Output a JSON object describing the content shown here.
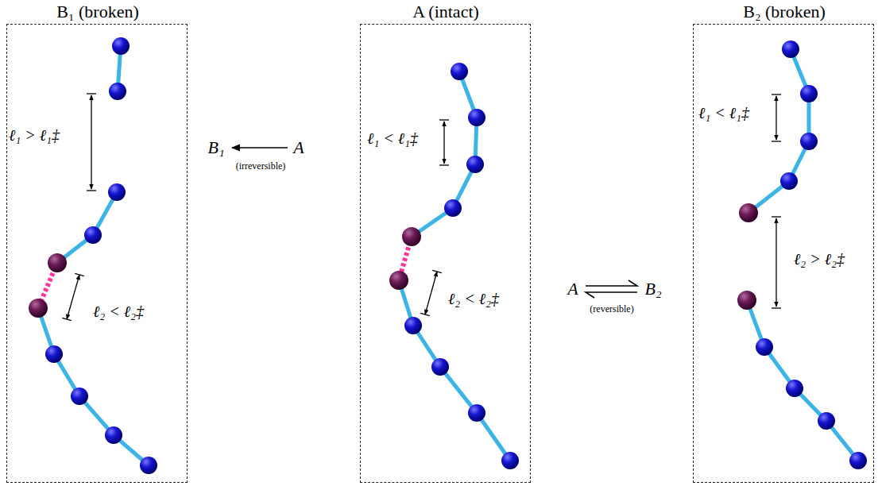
{
  "diagram": {
    "nodes": [
      {
        "text": [
          "B₁ (broken)",
          "ℓ₁ > ℓ₁‡",
          "ℓ₂ < ℓ₂‡"
        ]
      },
      {
        "text": [
          "A (intact)",
          "ℓ₁ < ℓ₁‡",
          "ℓ₂ < ℓ₂‡"
        ]
      },
      {
        "text": [
          "B₂ (broken)",
          "ℓ₁ < ℓ₁‡",
          "ℓ₂ > ℓ₂‡"
        ]
      }
    ],
    "labels": [
      "B₁",
      "A",
      "(irreversible)",
      "A",
      "B₂",
      "(reversible)"
    ]
  }
}
